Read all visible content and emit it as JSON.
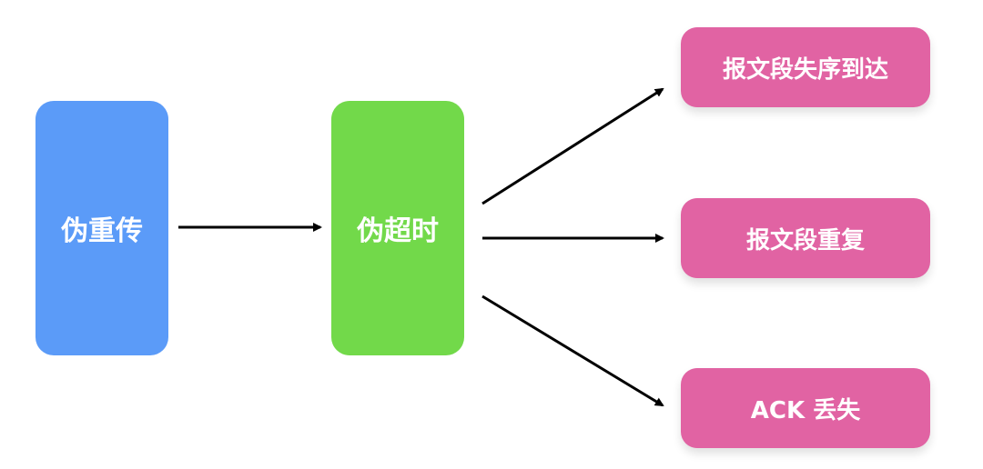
{
  "colors": {
    "blue": "#5B9BF8",
    "green": "#72D94A",
    "pink": "#E163A3",
    "arrow": "#000000"
  },
  "nodes": {
    "spurious_retransmission": "伪重传",
    "spurious_timeout": "伪超时",
    "out_of_order": "报文段失序到达",
    "duplicate": "报文段重复",
    "ack_lost": "ACK 丢失"
  }
}
